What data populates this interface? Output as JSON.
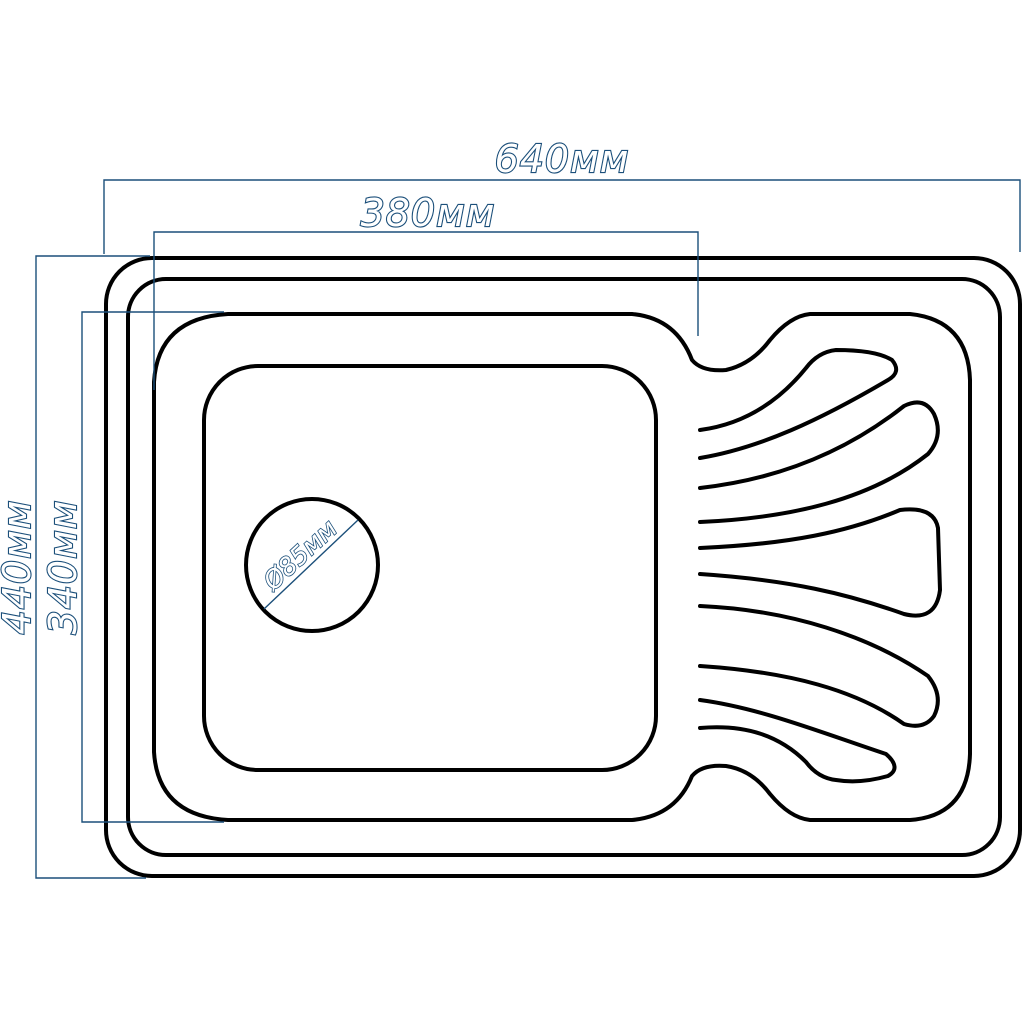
{
  "dimensions": {
    "total_width": "640мм",
    "bowl_width": "380мм",
    "total_depth": "440мм",
    "bowl_depth": "340мм",
    "drain_diameter": "Ø85мм"
  },
  "colors": {
    "dimension": "#1b4f7a",
    "outline": "#000000",
    "background": "#ffffff"
  }
}
